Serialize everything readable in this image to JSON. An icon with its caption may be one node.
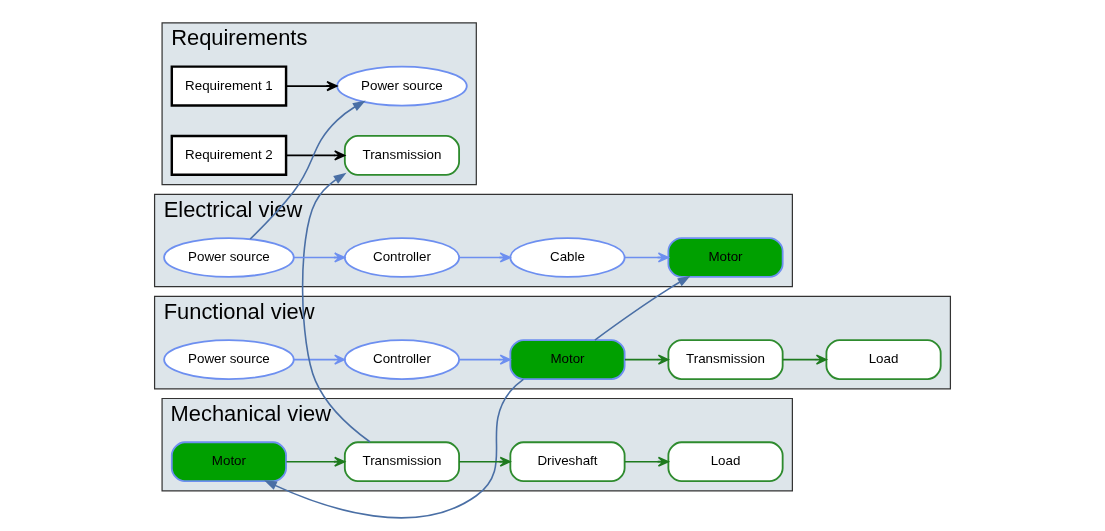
{
  "diagram": {
    "nodes": [
      {
        "text": [
          "Requirements"
        ]
      },
      {
        "text": [
          "Requirement 1"
        ],
        "in": 0
      },
      {
        "text": [
          "Requirement 2"
        ],
        "in": 0
      },
      {
        "text": [
          "Power source"
        ],
        "in": 0
      },
      {
        "text": [
          "Transmission"
        ],
        "in": 0
      },
      {
        "text": [
          "Functional view"
        ]
      },
      {
        "text": [
          "Power source"
        ],
        "in": 5
      },
      {
        "text": [
          "Controller"
        ],
        "in": 5
      },
      {
        "text": [
          "Motor"
        ],
        "in": 5
      },
      {
        "text": [
          "Transmission"
        ],
        "in": 5
      },
      {
        "text": [
          "Load"
        ],
        "in": 5
      },
      {
        "text": [
          "Mechanical view"
        ]
      },
      {
        "text": [
          "Motor"
        ],
        "in": 11
      },
      {
        "text": [
          "Driveshaft"
        ],
        "in": 11
      },
      {
        "text": [
          "Load"
        ],
        "in": 11
      },
      {
        "text": [
          "Transmission"
        ],
        "in": 11
      },
      {
        "text": [
          "Electrical view"
        ]
      },
      {
        "text": [
          "Power source"
        ],
        "in": 16
      },
      {
        "text": [
          "Controller"
        ],
        "in": 16
      },
      {
        "text": [
          "Motor"
        ],
        "in": 16
      },
      {
        "text": [
          "Cable"
        ],
        "in": 16
      }
    ],
    "edges": [
      {
        "from": 1,
        "to": 3,
        "arrow": "to",
        "color": "#000000"
      },
      {
        "from": 2,
        "to": 4,
        "arrow": "to",
        "color": "#000000"
      },
      {
        "from": 6,
        "to": 7,
        "arrow": "to",
        "color": "#6d8ff0"
      },
      {
        "from": 7,
        "to": 8,
        "arrow": "to",
        "color": "#6d8ff0"
      },
      {
        "from": 8,
        "to": 9,
        "arrow": "to",
        "color": "#1e7a1e"
      },
      {
        "from": 9,
        "to": 10,
        "arrow": "to",
        "color": "#1e7a1e"
      },
      {
        "from": 8,
        "to": 12,
        "arrow": "to",
        "color": "#4a6fa5"
      },
      {
        "from": 8,
        "to": 19,
        "arrow": "to",
        "color": "#4a6fa5"
      },
      {
        "from": 17,
        "to": 3,
        "arrow": "to",
        "color": "#4a6fa5"
      },
      {
        "from": 15,
        "to": 4,
        "arrow": "to",
        "color": "#4a6fa5"
      },
      {
        "from": 12,
        "to": 15,
        "arrow": "to",
        "color": "#1e7a1e"
      },
      {
        "from": 15,
        "to": 13,
        "arrow": "to",
        "color": "#1e7a1e"
      },
      {
        "from": 13,
        "to": 14,
        "arrow": "to",
        "color": "#1e7a1e"
      },
      {
        "from": 17,
        "to": 18,
        "arrow": "to",
        "color": "#6d8ff0"
      },
      {
        "from": 18,
        "to": 20,
        "arrow": "to",
        "color": "#6d8ff0"
      },
      {
        "from": 20,
        "to": 19,
        "arrow": "to",
        "color": "#6d8ff0"
      }
    ]
  }
}
